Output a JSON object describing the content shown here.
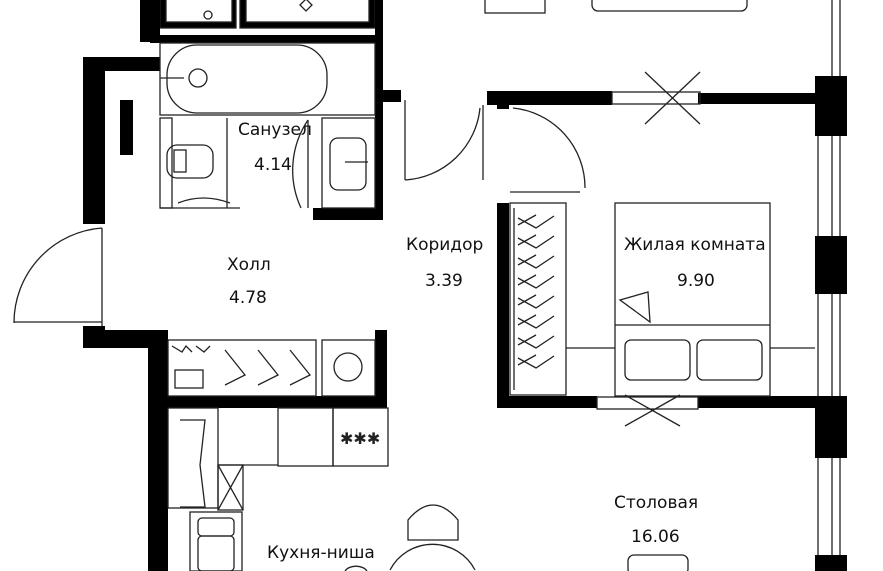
{
  "rooms": [
    {
      "name": "Санузел",
      "area": "4.14"
    },
    {
      "name": "Холл",
      "area": "4.78"
    },
    {
      "name": "Коридор",
      "area": "3.39"
    },
    {
      "name": "Жилая комната",
      "area": "9.90"
    },
    {
      "name": "Столовая",
      "area": "16.06"
    },
    {
      "name": "Кухня-ниша",
      "area": ""
    }
  ],
  "cooktop_symbol": "✱✱✱",
  "colors": {
    "wall": "#000000",
    "line": "#222222",
    "background": "#ffffff"
  }
}
